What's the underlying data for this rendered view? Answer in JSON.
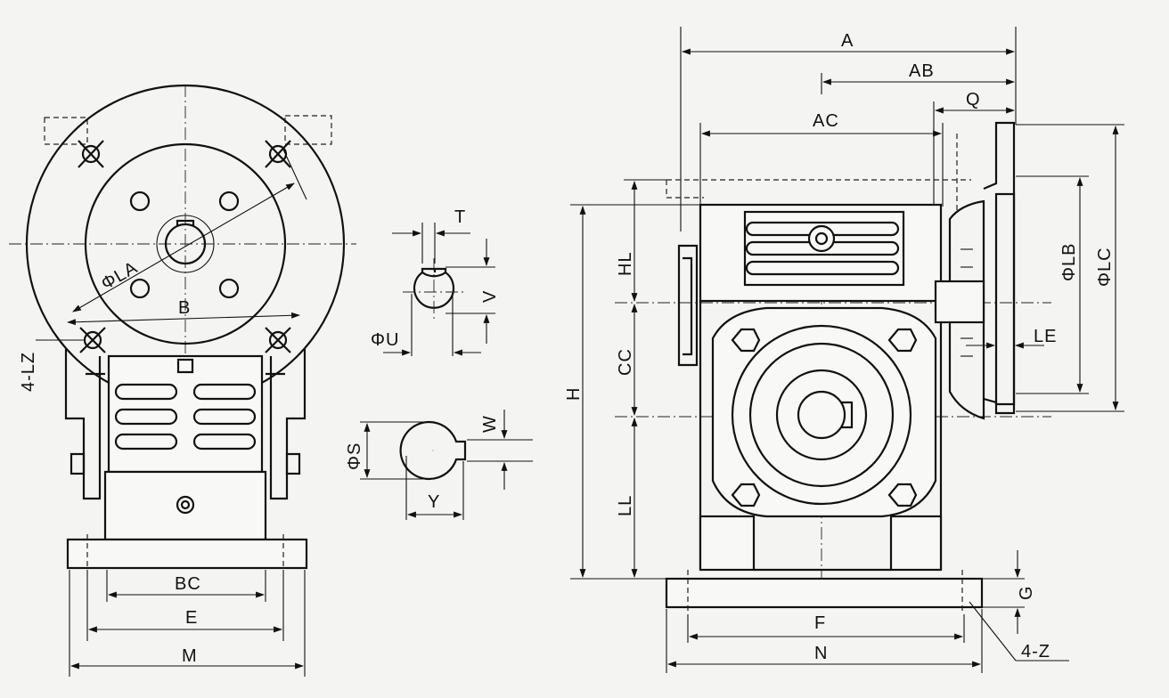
{
  "labels": {
    "front_view": {
      "phi_la": "ΦLA",
      "b": "B",
      "lz": "4-LZ",
      "bc": "BC",
      "e": "E",
      "m": "M"
    },
    "shaft_details": {
      "t": "T",
      "v": "V",
      "phi_u": "ΦU",
      "w": "W",
      "phi_s": "ΦS",
      "y": "Y"
    },
    "side_view": {
      "a": "A",
      "ab": "AB",
      "q": "Q",
      "ac": "AC",
      "hl": "HL",
      "h": "H",
      "cc": "CC",
      "ll": "LL",
      "phi_lb": "ΦLB",
      "phi_lc": "ΦLC",
      "le": "LE",
      "g": "G",
      "f": "F",
      "n": "N",
      "z": "4-Z"
    }
  }
}
